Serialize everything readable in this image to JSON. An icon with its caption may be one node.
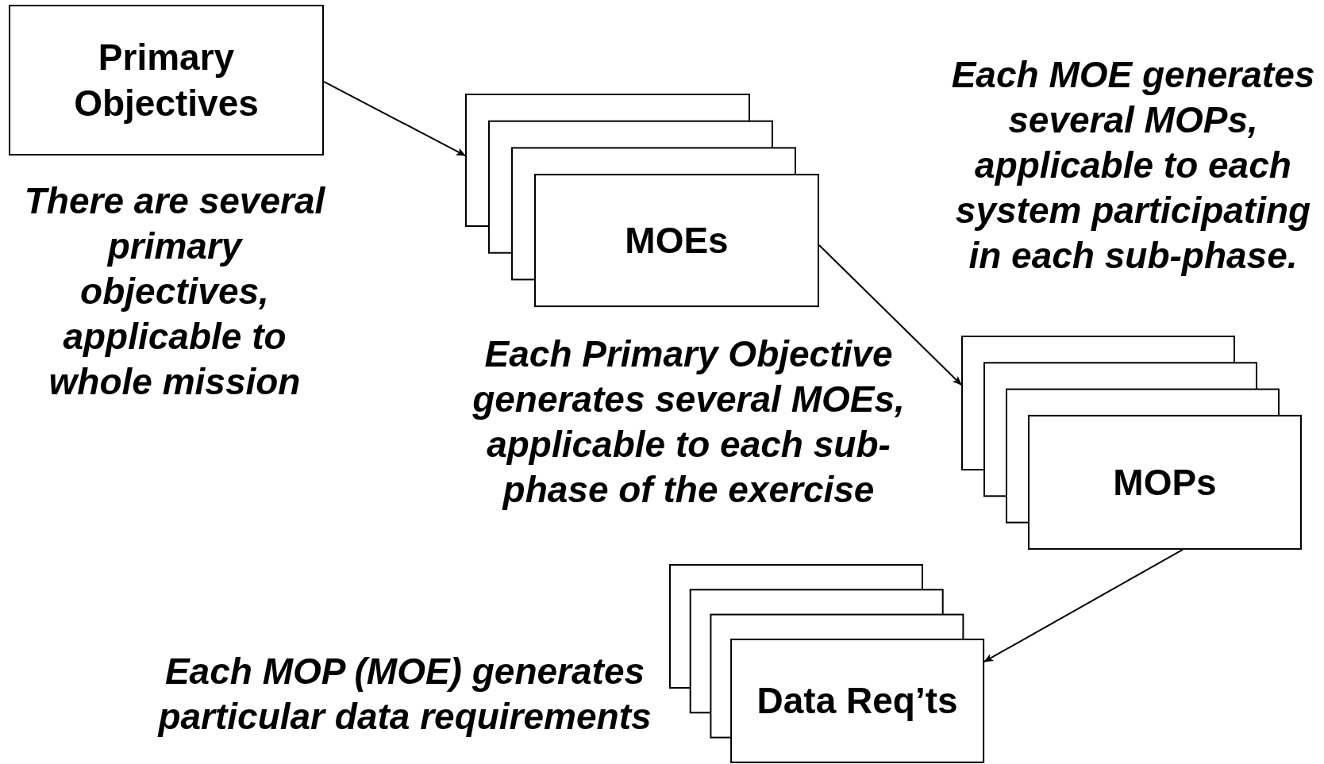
{
  "diagram": {
    "nodes": [
      {
        "text": [
          "Primary Objectives"
        ],
        "beside": [
          "There are several primary objectives, applicable to whole mission"
        ]
      },
      {
        "text": [
          "MOEs"
        ],
        "beside": [
          "Each Primary Objective generates several MOEs, applicable to each sub-phase of the exercise"
        ]
      },
      {
        "text": [
          "MOPs"
        ],
        "beside": [
          "Each MOE generates several MOPs, applicable to each system participating in each sub-phase."
        ]
      },
      {
        "text": [
          "Data Req’ts"
        ],
        "beside": [
          "Each MOP (MOE) generates particular data requirements"
        ]
      }
    ],
    "edges": [
      {
        "from": 0,
        "to": 1,
        "arrow": "to"
      },
      {
        "from": 1,
        "to": 2,
        "arrow": "to"
      },
      {
        "from": 2,
        "to": 3,
        "arrow": "to"
      }
    ]
  }
}
